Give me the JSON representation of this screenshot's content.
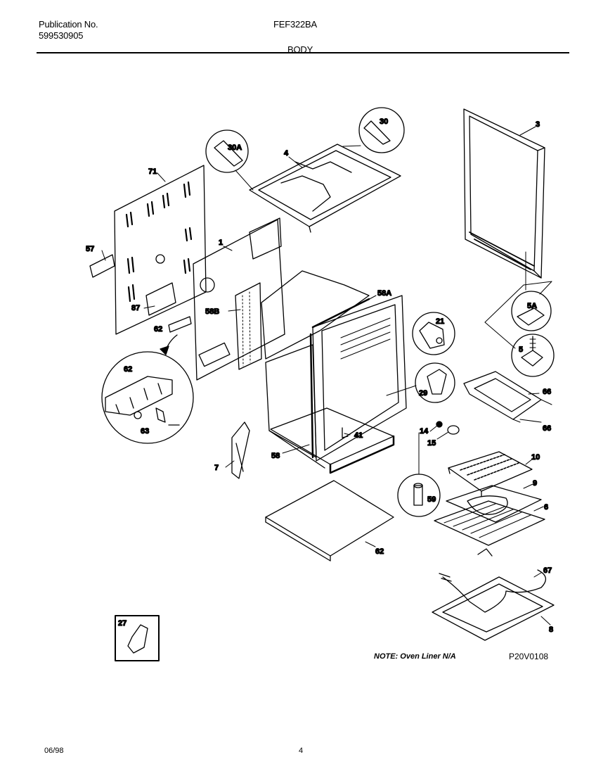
{
  "header": {
    "publication_label": "Publication No.",
    "publication_number": "599530905",
    "model": "FEF322BA",
    "section": "BODY"
  },
  "parts": {
    "p3": "3",
    "p4": "4",
    "p30": "30",
    "p30a": "30A",
    "p71": "71",
    "p57": "57",
    "p1": "1",
    "p87": "87",
    "p62a": "62",
    "p58b": "58B",
    "p58a": "58A",
    "p21": "21",
    "p5a": "5A",
    "p5": "5",
    "p62": "62",
    "p63": "63",
    "p29": "29",
    "p66a": "66",
    "p66b": "66",
    "p14": "14",
    "p15": "15",
    "p41": "41",
    "p7": "7",
    "p58": "58",
    "p59": "59",
    "p10": "10",
    "p9": "9",
    "p6": "6",
    "p62b": "62",
    "p67": "67",
    "p8": "8",
    "p27": "27"
  },
  "note": "NOTE: Oven Liner N/A",
  "drawing_code": "P20V0108",
  "footer": {
    "date": "06/98",
    "page": "4"
  }
}
